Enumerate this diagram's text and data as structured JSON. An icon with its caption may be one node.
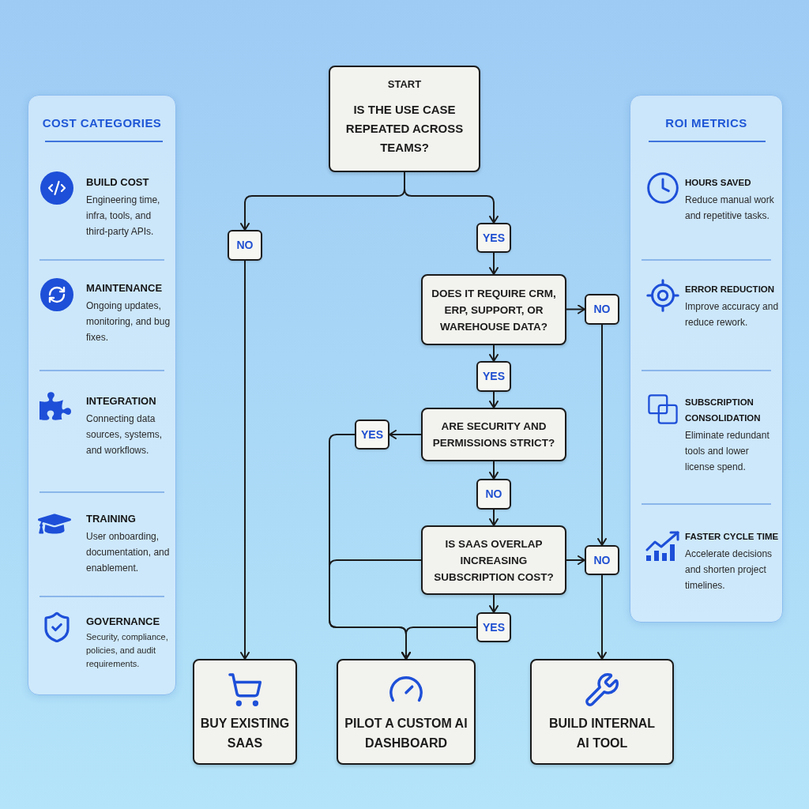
{
  "diagram": {
    "nodes": [
      {
        "text": [
          "COST CATEGORIES",
          "BUILD COST",
          "Engineering time, infra, tools, and third-party APIs.",
          "MAINTENANCE",
          "Ongoing updates, monitoring, and bug fixes.",
          "INTEGRATION",
          "Connecting data sources, systems, and workflows.",
          "TRAINING",
          "User onboarding, documentation, and enablement.",
          "GOVERNANCE",
          "Security, compliance, policies, and audit requirements."
        ]
      },
      {
        "text": [
          "START",
          "IS THE USE CASE REPEATED ACROSS TEAMS?"
        ]
      },
      {
        "text": [
          "NO"
        ]
      },
      {
        "text": [
          "YES"
        ]
      },
      {
        "text": [
          "DOES IT REQUIRE CRM, ERP, SUPPORT, OR WAREHOUSE DATA?"
        ]
      },
      {
        "text": [
          "NO"
        ]
      },
      {
        "text": [
          "YES"
        ]
      },
      {
        "text": [
          "ARE SECURITY AND PERMISSIONS STRICT?"
        ]
      },
      {
        "text": [
          "YES"
        ]
      },
      {
        "text": [
          "NO"
        ]
      },
      {
        "text": [
          "IS SAAS OVERLAP INCREASING SUBSCRIPTION COST?"
        ]
      },
      {
        "text": [
          "NO"
        ]
      },
      {
        "text": [
          "YES"
        ]
      },
      {
        "text": [
          "BUY EXISTING SAAS"
        ]
      },
      {
        "text": [
          "PILOT A CUSTOM AI DASHBOARD"
        ]
      },
      {
        "text": [
          "BUILD INTERNAL AI TOOL"
        ]
      },
      {
        "text": [
          "ROI METRICS",
          "HOURS SAVED",
          "Reduce manual work and repetitive tasks.",
          "ERROR REDUCTION",
          "Improve accuracy and reduce rework.",
          "SUBSCRIPTION CONSOLIDATION",
          "Eliminate redundant tools and lower license spend.",
          "FASTER CYCLE TIME",
          "Accelerate decisions and shorten project timelines."
        ]
      }
    ],
    "edges": [
      {
        "from": 1,
        "to": 2,
        "arrow": "to"
      },
      {
        "from": 1,
        "to": 3,
        "arrow": "to"
      },
      {
        "from": 2,
        "to": 13,
        "arrow": "to"
      },
      {
        "from": 3,
        "to": 4,
        "arrow": "to"
      },
      {
        "from": 4,
        "to": 5,
        "arrow": "to"
      },
      {
        "from": 5,
        "to": 11,
        "arrow": "to"
      },
      {
        "from": 11,
        "to": 15,
        "arrow": "to"
      },
      {
        "from": 4,
        "to": 6,
        "arrow": "to"
      },
      {
        "from": 6,
        "to": 7,
        "arrow": "to"
      },
      {
        "from": 7,
        "to": 8,
        "arrow": "to"
      },
      {
        "from": 8,
        "to": 14,
        "arrow": "to"
      },
      {
        "from": 10,
        "to": 14,
        "arrow": "to"
      },
      {
        "from": 7,
        "to": 9,
        "arrow": "to"
      },
      {
        "from": 9,
        "to": 10,
        "arrow": "to"
      },
      {
        "from": 10,
        "to": 11,
        "arrow": "to"
      },
      {
        "from": 10,
        "to": 12,
        "arrow": "to"
      },
      {
        "from": 12,
        "to": 14,
        "arrow": "to"
      }
    ]
  }
}
